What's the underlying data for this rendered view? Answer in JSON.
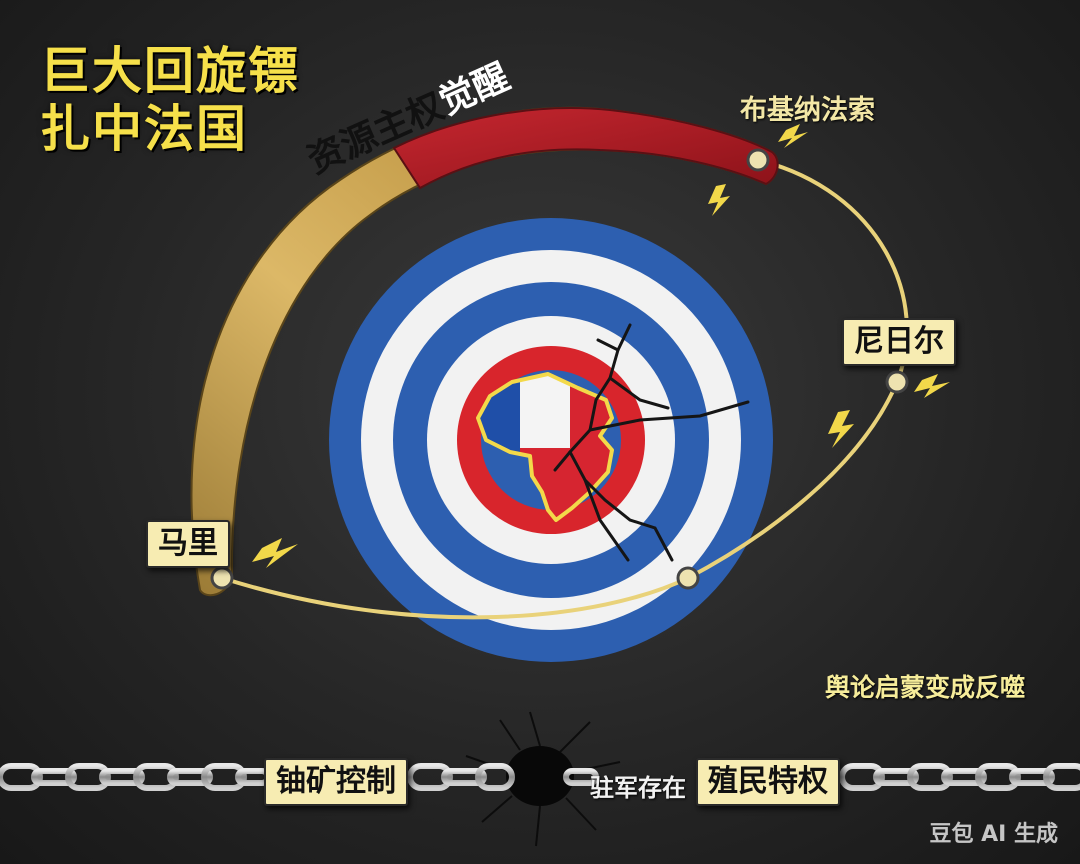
{
  "title": {
    "line1": "巨大回旋镖",
    "line2": "扎中法国"
  },
  "boomerang": {
    "label_part1": "资源主权",
    "label_part2": "觉醒"
  },
  "countries": {
    "burkina_faso": "布基纳法索",
    "niger": "尼日尔",
    "mali": "马里"
  },
  "annotation": "舆论启蒙变成反噬",
  "chain": {
    "left_tag": "铀矿控制",
    "middle_text": "驻军存在",
    "right_tag": "殖民特权"
  },
  "watermark": "豆包 AI 生成",
  "colors": {
    "title_yellow": "#f6e04a",
    "boomerang_gold": "#c9a24a",
    "boomerang_red": "#b01b22",
    "target_blue": "#2d5fb0",
    "target_white": "#f2f2f2",
    "target_red": "#d8252c",
    "orbit_line": "#e9d27a",
    "tag_bg": "#f7ecb2"
  },
  "icons": [
    "lightning-icon",
    "target-icon",
    "africa-map-icon",
    "chain-icon",
    "crack-icon"
  ]
}
